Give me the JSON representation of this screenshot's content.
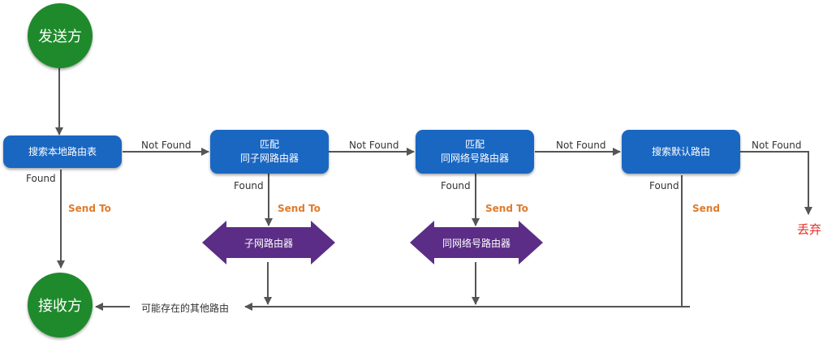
{
  "nodes": {
    "sender": "发送方",
    "receiver": "接收方",
    "search_local": "搜索本地路由表",
    "match_subnet": {
      "line1": "匹配",
      "line2": "同子网路由器"
    },
    "match_netid": {
      "line1": "匹配",
      "line2": "同网络号路由器"
    },
    "search_default": "搜索默认路由",
    "subnet_router": "子网路由器",
    "netid_router": "同网络号路由器",
    "discard": "丢弃",
    "other_routers": "可能存在的其他路由"
  },
  "edge_labels": {
    "not_found": "Not Found",
    "found": "Found",
    "send_to": "Send To",
    "send": "Send"
  },
  "colors": {
    "green": "#1f8a2c",
    "blue": "#1a67c2",
    "purple": "#5b2d86",
    "orange": "#e07b2a",
    "red": "#e2302a",
    "line": "#555555"
  }
}
